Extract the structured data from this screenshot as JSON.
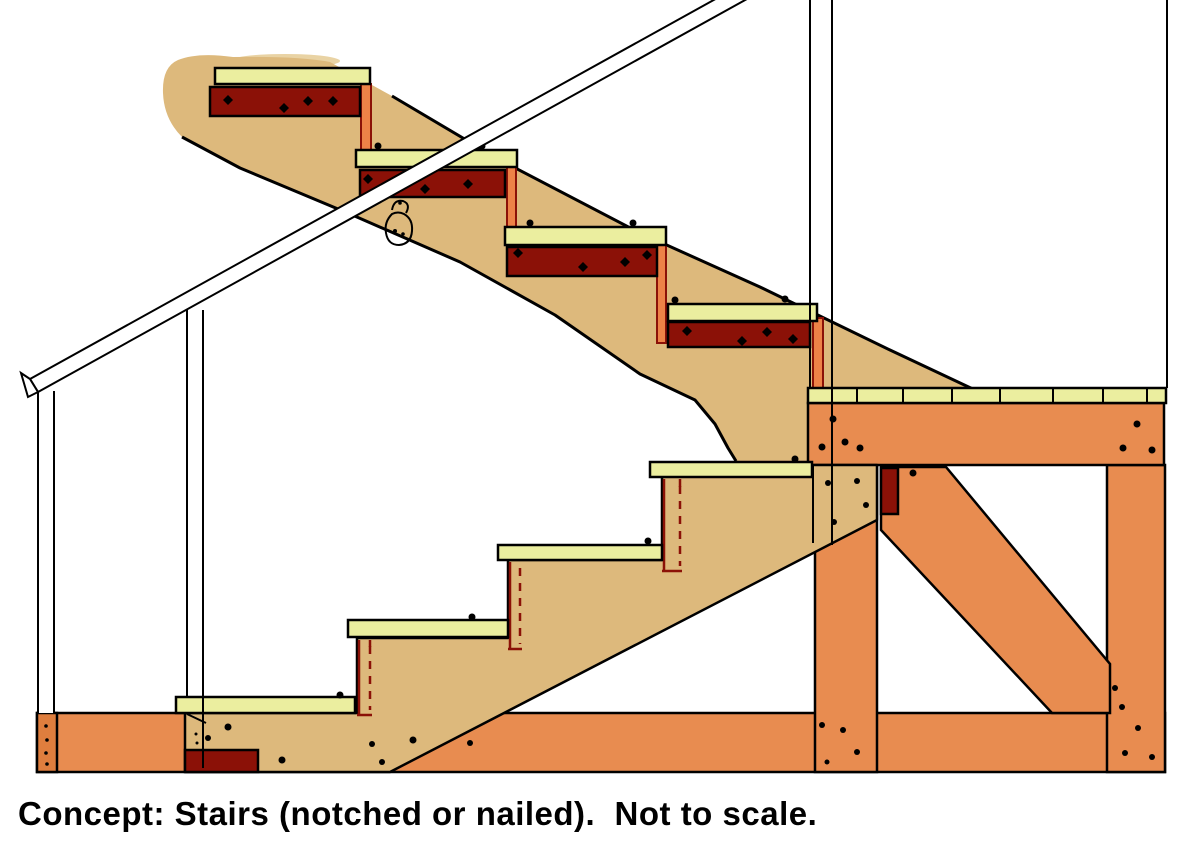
{
  "caption": "Concept: Stairs (notched or nailed).  Not to scale.",
  "colors": {
    "bg": "#ffffff",
    "tan": "#DDB97C",
    "tan_light": "#E9D3A4",
    "tread_yellow": "#EBEE9F",
    "maroon": "#8B1107",
    "orange": "#E88C50",
    "orange_cap": "#DF7E3E",
    "riser_orange": "#ED8247",
    "ink": "#000000"
  },
  "diagram": {
    "upper_flight_steps": 4,
    "lower_flight_steps": 4,
    "upper_style": "nailed (cleats under treads)",
    "lower_style": "notched stringer (dashed hidden riser lines)"
  }
}
